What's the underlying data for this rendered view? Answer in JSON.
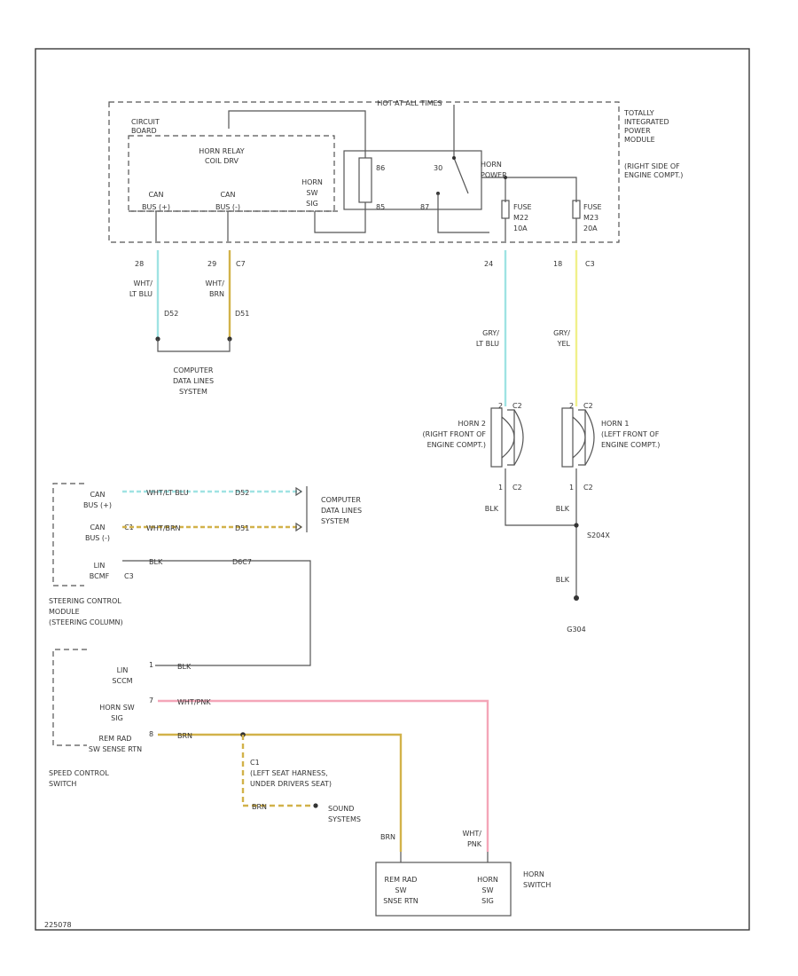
{
  "colors": {
    "lt_blu": "#9fe3e3",
    "brn": "#d2b24a",
    "yel": "#f0f08a",
    "pnk": "#f4a6b8",
    "blk": "#555555"
  },
  "tipm": {
    "hot_label": "HOT AT ALL TIMES",
    "name_lines": [
      "TOTALLY",
      "INTEGRATED",
      "POWER",
      "MODULE",
      "(RIGHT SIDE OF",
      "ENGINE COMPT.)"
    ],
    "circuit_board": [
      "CIRCUIT",
      "BOARD"
    ],
    "horn_relay": [
      "HORN RELAY",
      "COIL DRV"
    ],
    "can_h": [
      "CAN",
      "BUS (+)"
    ],
    "can_l": [
      "CAN",
      "BUS (-)"
    ],
    "horn_sw": [
      "HORN",
      "SW",
      "SIG"
    ],
    "relay_pins": [
      "85",
      "86",
      "30",
      "87"
    ],
    "horn_power": [
      "HORN",
      "POWER"
    ],
    "fuse1": [
      "FUSE",
      "M22",
      "10A"
    ],
    "fuse2": [
      "FUSE",
      "M23",
      "20A"
    ]
  },
  "left_wires": {
    "pin1": "28",
    "pin2": "29",
    "conn": "C7",
    "wire1": [
      "WHT/",
      "LT BLU"
    ],
    "wire2": [
      "WHT/",
      "BRN"
    ],
    "id1": "D52",
    "id2": "D51",
    "dest": [
      "COMPUTER",
      "DATA LINES",
      "SYSTEM"
    ]
  },
  "right_wires": {
    "pin1": "24",
    "pin2": "18",
    "conn": "C3",
    "wire1": [
      "GRY/",
      "LT BLU"
    ],
    "wire2": [
      "GRY/",
      "YEL"
    ]
  },
  "horn2": {
    "label": [
      "HORN 2",
      "(RIGHT FRONT OF",
      "ENGINE COMPT.)"
    ],
    "pin_top": "2",
    "conn_top": "C2",
    "pin_bot": "1",
    "conn_bot": "C2",
    "wire": "BLK"
  },
  "horn1": {
    "label": [
      "HORN 1",
      "(LEFT FRONT OF",
      "ENGINE COMPT.)"
    ],
    "pin_top": "2",
    "conn_top": "C2",
    "pin_bot": "1",
    "conn_bot": "C2",
    "wire": "BLK"
  },
  "ground": {
    "splice": "S204X",
    "wire": "BLK",
    "point": "G304"
  },
  "scm": {
    "can_h": [
      "CAN",
      "BUS (+)"
    ],
    "can_l": [
      "CAN",
      "BUS (-)"
    ],
    "can_l_conn": "C1",
    "lin": [
      "LIN",
      "BCMF"
    ],
    "lin_conn": "C3",
    "w1": "WHT/LT BLU",
    "w1_id": "D52",
    "w2": "WHT/BRN",
    "w2_id": "D51",
    "w3": "BLK",
    "w3_id": "D6C7",
    "dest": [
      "COMPUTER",
      "DATA LINES",
      "SYSTEM"
    ],
    "name": [
      "STEERING CONTROL",
      "MODULE",
      "(STEERING COLUMN)"
    ]
  },
  "scs": {
    "lin": [
      "LIN",
      "SCCM"
    ],
    "lin_wire": "BLK",
    "horn_sig": [
      "HORN SW",
      "SIG"
    ],
    "horn_wire": "WHT/PNK",
    "rtn": [
      "REM RAD",
      "SW SENSE RTN"
    ],
    "rtn_wire": "BRN",
    "name": [
      "SPEED CONTROL",
      "SWITCH"
    ],
    "pins": [
      "1",
      "7",
      "8"
    ]
  },
  "splice": {
    "label": [
      "C1",
      "(LEFT SEAT HARNESS,",
      "UNDER DRIVERS SEAT)"
    ],
    "wire": "BRN",
    "dest": [
      "SOUND",
      "SYSTEMS"
    ]
  },
  "horn_switch": {
    "wire_brn": "BRN",
    "wire_pnk": [
      "WHT/",
      "PNK"
    ],
    "left": [
      "REM RAD",
      "SW",
      "SNSE RTN"
    ],
    "right": [
      "HORN",
      "SW",
      "SIG"
    ],
    "name": [
      "HORN",
      "SWITCH"
    ]
  },
  "footer": "225078"
}
